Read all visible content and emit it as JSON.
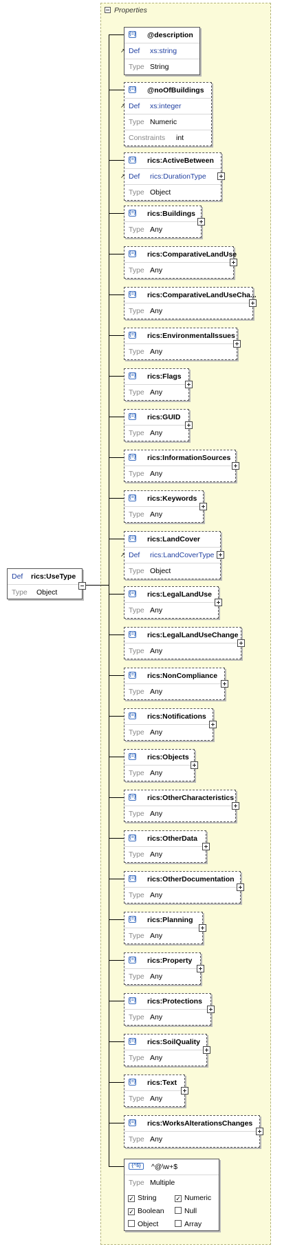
{
  "properties_label": "Properties",
  "root": {
    "def_key": "Def",
    "name": "rics:UseType",
    "type_key": "Type",
    "type_val": "Object"
  },
  "items": [
    {
      "name": "@description",
      "def": "xs:string",
      "type": "String",
      "optional": false,
      "attr": true
    },
    {
      "name": "@noOfBuildings",
      "def": "xs:integer",
      "type": "Numeric",
      "constraints": "int",
      "optional": true,
      "attr": true
    },
    {
      "name": "rics:ActiveBetween",
      "def": "rics:DurationType",
      "type": "Object",
      "optional": true
    },
    {
      "name": "rics:Buildings",
      "type": "Any",
      "optional": true
    },
    {
      "name": "rics:ComparativeLandUse",
      "type": "Any",
      "optional": true
    },
    {
      "name": "rics:ComparativeLandUseCha...",
      "type": "Any",
      "optional": true
    },
    {
      "name": "rics:EnvironmentalIssues",
      "type": "Any",
      "optional": true
    },
    {
      "name": "rics:Flags",
      "type": "Any",
      "optional": true
    },
    {
      "name": "rics:GUID",
      "type": "Any",
      "optional": true
    },
    {
      "name": "rics:InformationSources",
      "type": "Any",
      "optional": true
    },
    {
      "name": "rics:Keywords",
      "type": "Any",
      "optional": true
    },
    {
      "name": "rics:LandCover",
      "def": "rics:LandCoverType",
      "type": "Object",
      "optional": true
    },
    {
      "name": "rics:LegalLandUse",
      "type": "Any",
      "optional": true
    },
    {
      "name": "rics:LegalLandUseChange",
      "type": "Any",
      "optional": true
    },
    {
      "name": "rics:NonCompliance",
      "type": "Any",
      "optional": true
    },
    {
      "name": "rics:Notifications",
      "type": "Any",
      "optional": true
    },
    {
      "name": "rics:Objects",
      "type": "Any",
      "optional": true
    },
    {
      "name": "rics:OtherCharacteristics",
      "type": "Any",
      "optional": true
    },
    {
      "name": "rics:OtherData",
      "type": "Any",
      "optional": true
    },
    {
      "name": "rics:OtherDocumentation",
      "type": "Any",
      "optional": true
    },
    {
      "name": "rics:Planning",
      "type": "Any",
      "optional": true
    },
    {
      "name": "rics:Property",
      "type": "Any",
      "optional": true
    },
    {
      "name": "rics:Protections",
      "type": "Any",
      "optional": true
    },
    {
      "name": "rics:SoilQuality",
      "type": "Any",
      "optional": true
    },
    {
      "name": "rics:Text",
      "type": "Any",
      "optional": true
    },
    {
      "name": "rics:WorksAlterationsChanges",
      "type": "Any",
      "optional": true
    }
  ],
  "pattern": {
    "icon": "{^$}",
    "name": "^@\\w+$",
    "type_key": "Type",
    "type_val": "Multiple",
    "checks": [
      {
        "label": "String",
        "checked": true
      },
      {
        "label": "Numeric",
        "checked": true
      },
      {
        "label": "Boolean",
        "checked": true
      },
      {
        "label": "Null",
        "checked": false
      },
      {
        "label": "Object",
        "checked": false
      },
      {
        "label": "Array",
        "checked": false
      }
    ]
  },
  "labels": {
    "def": "Def",
    "type": "Type",
    "constraints": "Constraints"
  },
  "icon_glyph": "{=}"
}
